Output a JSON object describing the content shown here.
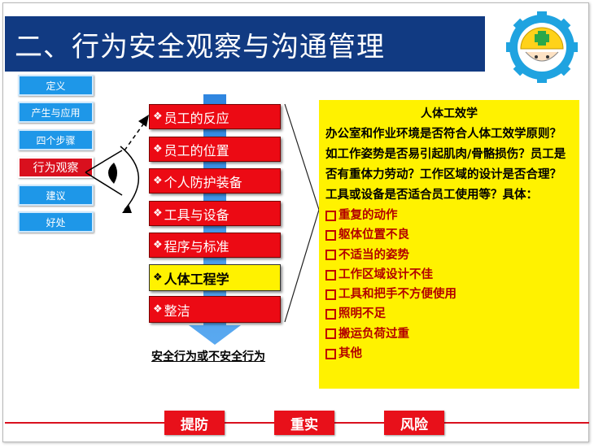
{
  "title": "二、行为安全观察与沟通管理",
  "nav": [
    {
      "label": "定义",
      "active": false
    },
    {
      "label": "产生与应用",
      "active": false
    },
    {
      "label": "四个步骤",
      "active": false
    },
    {
      "label": "行为观察",
      "active": true
    },
    {
      "label": "建议",
      "active": false
    },
    {
      "label": "好处",
      "active": false
    }
  ],
  "steps": [
    {
      "label": "员工的反应",
      "highlight": false
    },
    {
      "label": "员工的位置",
      "highlight": false
    },
    {
      "label": "个人防护装备",
      "highlight": false
    },
    {
      "label": "工具与设备",
      "highlight": false
    },
    {
      "label": "程序与标准",
      "highlight": false
    },
    {
      "label": "人体工程学",
      "highlight": true
    },
    {
      "label": "整洁",
      "highlight": false
    }
  ],
  "bullet_glyph": "❖",
  "outcome": "安全行为或不安全行为",
  "panel": {
    "title": "人体工效学",
    "text": "办公室和作业环境是否符合人体工效学原则？如工作姿势是否易引起肌肉/骨骼损伤？员工是否有重体力劳动？工作区域的设计是否合理？工具或设备是否适合员工使用等？具体：",
    "items": [
      "重复的动作",
      "躯体位置不良",
      "不适当的姿势",
      "工作区域设计不佳",
      "工具和把手不方便使用",
      "照明不足",
      "搬运负荷过重",
      "其他"
    ]
  },
  "bottom_buttons": [
    "提防",
    "重实",
    "风险"
  ],
  "colors": {
    "title_bg": "#113a82",
    "nav_blue": "#1e97e8",
    "red": "#ec0a14",
    "yellow": "#fff200"
  }
}
